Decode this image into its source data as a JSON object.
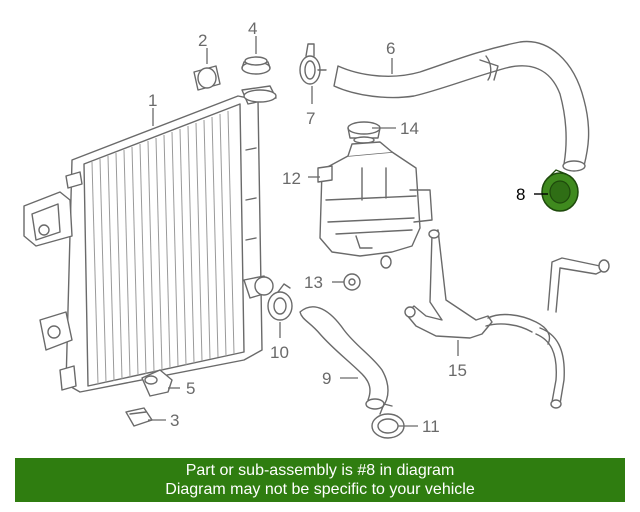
{
  "callouts": {
    "c1": "1",
    "c2": "2",
    "c3": "3",
    "c4": "4",
    "c5": "5",
    "c6": "6",
    "c7": "7",
    "c8": "8",
    "c9": "9",
    "c10": "10",
    "c11": "11",
    "c12": "12",
    "c13": "13",
    "c14": "14",
    "c15": "15"
  },
  "highlighted_part": "8",
  "colors": {
    "highlight_fill": "#3f8a1e",
    "banner": "#2f7d10",
    "line": "#6a6a6a"
  },
  "footer": {
    "line1": "Part or sub-assembly is #8 in diagram",
    "line2": "Diagram may not be specific to your vehicle"
  }
}
